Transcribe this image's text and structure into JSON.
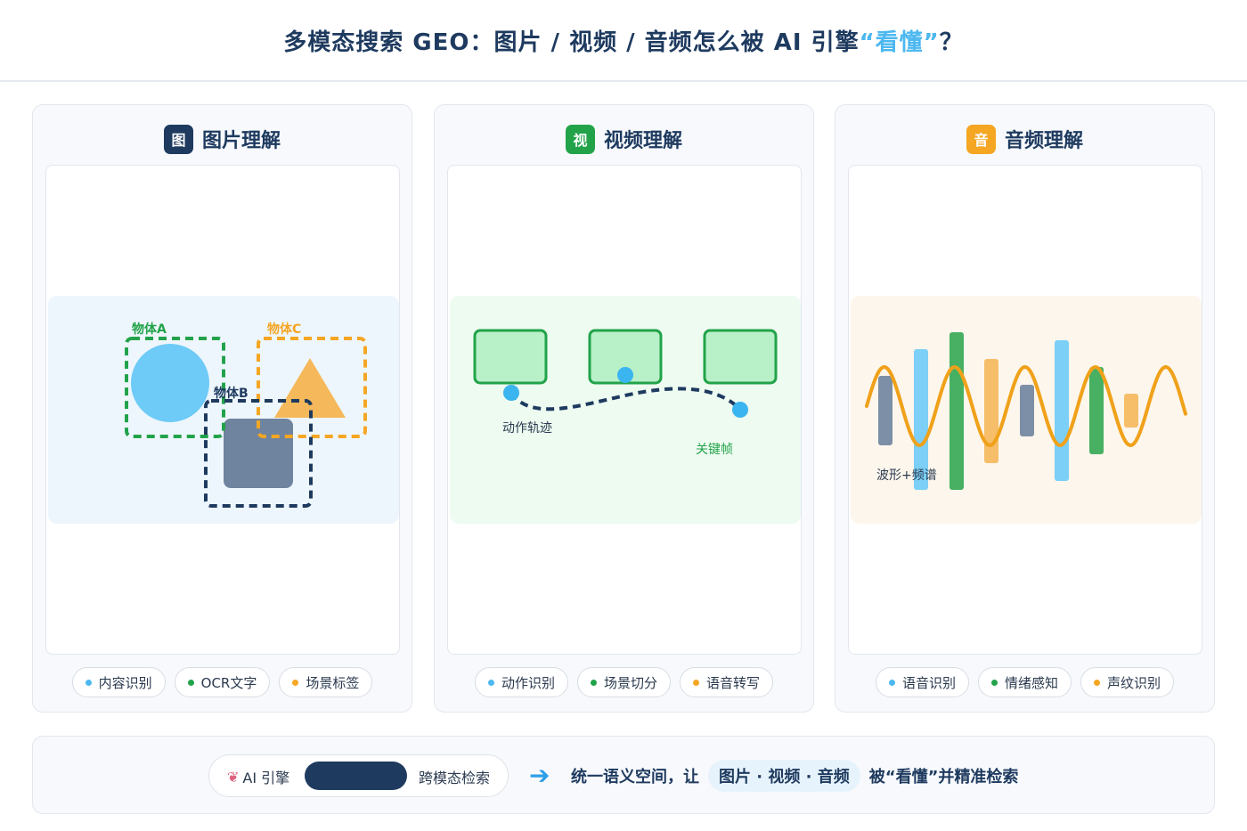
{
  "title": {
    "main": "多模态搜索 GEO：图片 / 视频 / 音频怎么被 AI 引擎",
    "highlight": "“看懂”",
    "end": "？"
  },
  "colors": {
    "navy": "#1e3a5f",
    "blue": "#4db8f0",
    "green": "#22a34a",
    "orange": "#f5a623"
  },
  "cards": [
    {
      "badge": "图",
      "badge_color": "#1e3a5f",
      "title": "图片理解",
      "labels": {
        "a": "物体A",
        "b": "物体B",
        "c": "物体C"
      },
      "tags": [
        {
          "label": "内容识别",
          "color": "#4db8f0"
        },
        {
          "label": "OCR文字",
          "color": "#22a34a"
        },
        {
          "label": "场景标签",
          "color": "#f5a623"
        }
      ]
    },
    {
      "badge": "视",
      "badge_color": "#22a34a",
      "title": "视频理解",
      "labels": {
        "track": "动作轨迹",
        "keyframe": "关键帧"
      },
      "tags": [
        {
          "label": "动作识别",
          "color": "#4db8f0"
        },
        {
          "label": "场景切分",
          "color": "#22a34a"
        },
        {
          "label": "语音转写",
          "color": "#f5a623"
        }
      ]
    },
    {
      "badge": "音",
      "badge_color": "#f5a623",
      "title": "音频理解",
      "labels": {
        "wave": "波形+频谱"
      },
      "tags": [
        {
          "label": "语音识别",
          "color": "#4db8f0"
        },
        {
          "label": "情绪感知",
          "color": "#22a34a"
        },
        {
          "label": "声纹识别",
          "color": "#f5a623"
        }
      ]
    }
  ],
  "bottom": {
    "brain_icon": "brain-icon",
    "ai_label": "AI 引擎",
    "cross_label": "跨模态检索",
    "arrow_icon": "arrow-right-icon",
    "statement_pre": "统一语义空间，让",
    "statement_chip": "图片 · 视频 · 音频",
    "statement_post": "被“看懂”并精准检索"
  }
}
